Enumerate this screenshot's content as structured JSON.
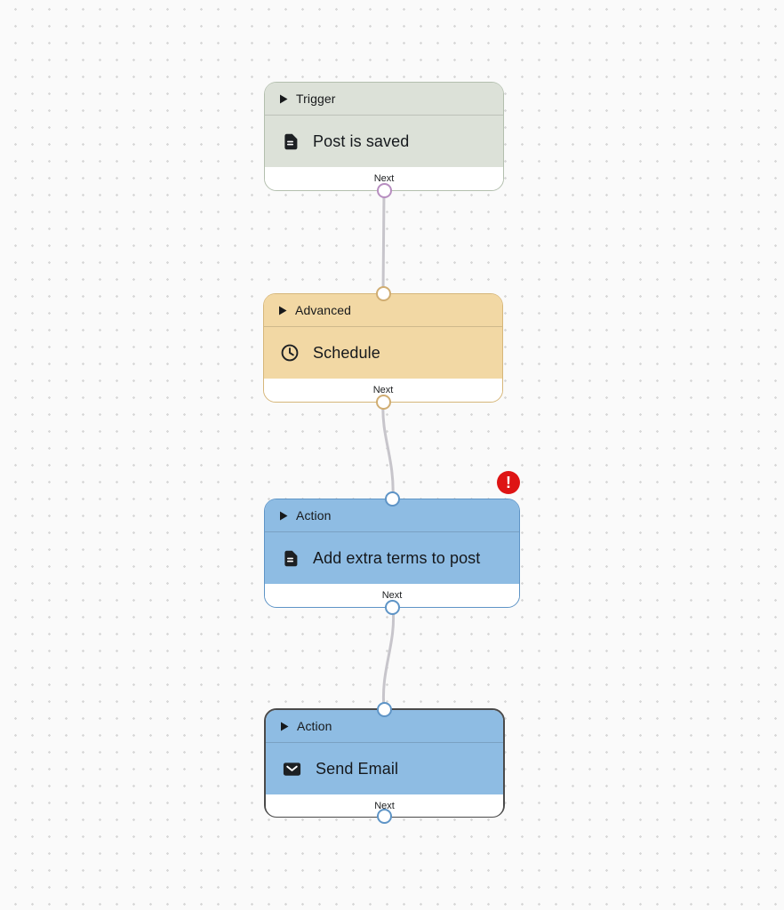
{
  "canvas": {
    "background_color": "#fafafa",
    "dot_color": "#d8d8d8"
  },
  "connector": {
    "line_color": "#c7c5cb"
  },
  "badge": {
    "symbol": "!",
    "color": "#de1414",
    "meaning": "error"
  },
  "nodes": [
    {
      "id": "trigger-post-is-saved",
      "category": "Trigger",
      "title": "Post is saved",
      "icon": "document-icon",
      "next_label": "Next",
      "colors": {
        "fill": "#dce1d8",
        "border": "#b3bfae",
        "port": "#b78ec0"
      },
      "has_input_port": false,
      "has_output_port": true,
      "has_error": false,
      "selected": false
    },
    {
      "id": "advanced-schedule",
      "category": "Advanced",
      "title": "Schedule",
      "icon": "clock-icon",
      "next_label": "Next",
      "colors": {
        "fill": "#f2d8a4",
        "border": "#d6b679",
        "port": "#d0ad72"
      },
      "has_input_port": true,
      "has_output_port": true,
      "has_error": false,
      "selected": false
    },
    {
      "id": "action-add-extra-terms-to-post",
      "category": "Action",
      "title": "Add extra terms to post",
      "icon": "document-icon",
      "next_label": "Next",
      "colors": {
        "fill": "#8ebce3",
        "border": "#5e94c6",
        "port": "#5e94c6"
      },
      "has_input_port": true,
      "has_output_port": true,
      "has_error": true,
      "selected": false
    },
    {
      "id": "action-send-email",
      "category": "Action",
      "title": "Send Email",
      "icon": "envelope-icon",
      "next_label": "Next",
      "colors": {
        "fill": "#8ebce3",
        "border": "#4a4a4a",
        "port": "#5e94c6"
      },
      "has_input_port": true,
      "has_output_port": true,
      "has_error": false,
      "selected": true
    }
  ]
}
